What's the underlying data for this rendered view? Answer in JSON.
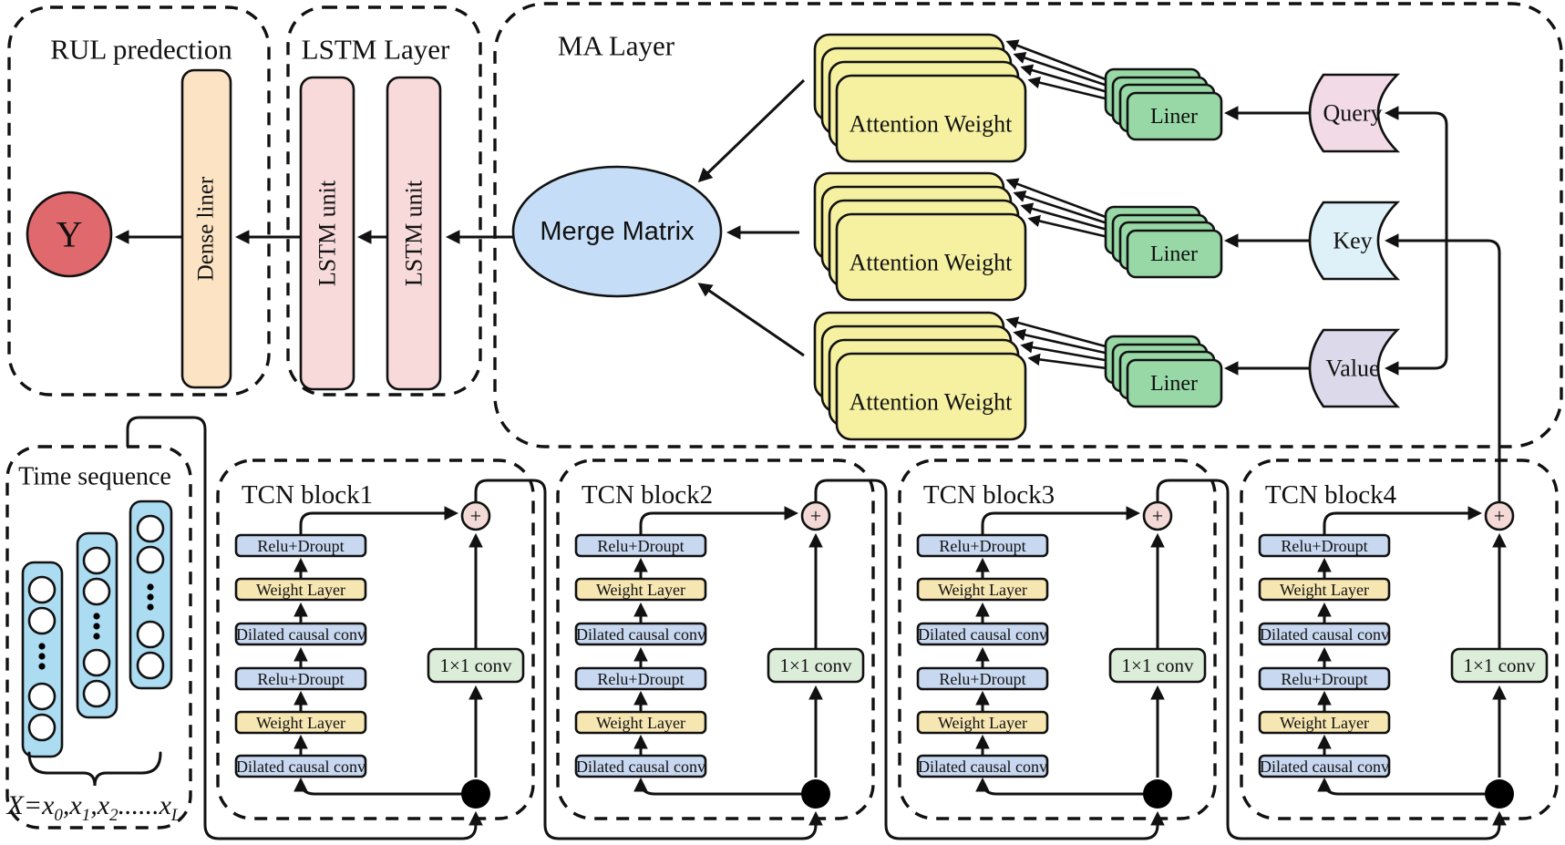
{
  "rul": {
    "title": "RUL predection",
    "output": "Y",
    "dense": "Dense liner"
  },
  "lstm": {
    "title": "LSTM Layer",
    "unit": "LSTM unit"
  },
  "ma": {
    "title": "MA Layer",
    "merge": "Merge Matrix",
    "attention": "Attention Weight",
    "liner": "Liner",
    "query": "Query",
    "key": "Key",
    "value": "Value"
  },
  "time_sequence": {
    "title": "Time sequence",
    "formula": {
      "p1": "X=x",
      "s1": "0",
      "p2": ",x",
      "s2": "1",
      "p3": ",x",
      "s3": "2",
      "p4": "......x",
      "s4": "L"
    }
  },
  "tcn": {
    "blocks": [
      {
        "title": "TCN block1"
      },
      {
        "title": "TCN block2"
      },
      {
        "title": "TCN block3"
      },
      {
        "title": "TCN block4"
      }
    ],
    "layers": [
      "Relu+Droupt",
      "Weight Layer",
      "Dilated causal conv",
      "Relu+Droupt",
      "Weight Layer",
      "Dilated causal conv"
    ],
    "conv": "1×1 conv",
    "plus": "+"
  },
  "colors": {
    "output_red": "#E0696E",
    "dense_peach": "#FBE3C4",
    "lstm_pink": "#F8DADA",
    "merge_blue": "#C5DDF6",
    "attention_yellow": "#F6F1A1",
    "liner_green": "#97D8A6",
    "query_pink": "#F2DAE7",
    "key_blue": "#DEF1F8",
    "value_lavender": "#DCDAEA",
    "tcn_layer_blue": "#C8D8F0",
    "tcn_weight_yellow": "#F6E6B2",
    "conv_green": "#DCEDDA",
    "plus_pink": "#F3DAD6",
    "timeseq_blue": "#ABDCF2"
  }
}
